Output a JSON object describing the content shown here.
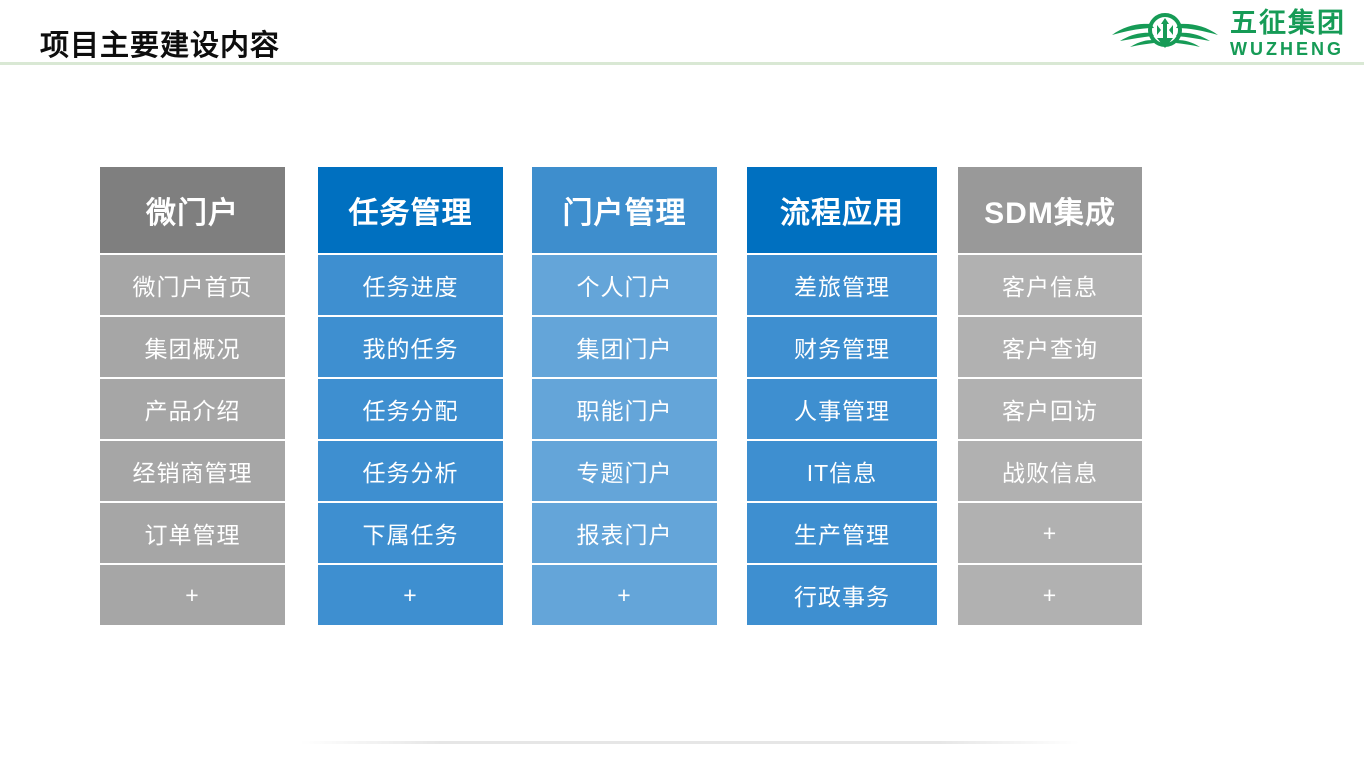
{
  "page": {
    "title": "项目主要建设内容"
  },
  "logo": {
    "name_cn": "五征集团",
    "name_en": "WUZHENG",
    "color": "#169b56"
  },
  "accent": {
    "title_underline_color": "#d9e8d4",
    "text_color": "#ffffff"
  },
  "columns": [
    {
      "header": "微门户",
      "header_color": "#7f7f7f",
      "cell_color": "#a6a6a6",
      "items": [
        "微门户首页",
        "集团概况",
        "产品介绍",
        "经销商管理",
        "订单管理",
        "+"
      ]
    },
    {
      "header": "任务管理",
      "header_color": "#0070c0",
      "cell_color": "#3e8fd0",
      "items": [
        "任务进度",
        "我的任务",
        "任务分配",
        "任务分析",
        "下属任务",
        "+"
      ]
    },
    {
      "header": "门户管理",
      "header_color": "#3e8ecd",
      "cell_color": "#64a5d9",
      "items": [
        "个人门户",
        "集团门户",
        "职能门户",
        "专题门户",
        "报表门户",
        "+"
      ]
    },
    {
      "header": "流程应用",
      "header_color": "#0070c0",
      "cell_color": "#3e8fd0",
      "items": [
        "差旅管理",
        "财务管理",
        "人事管理",
        "IT信息",
        "生产管理",
        "行政事务"
      ]
    },
    {
      "header": "SDM集成",
      "header_color": "#999999",
      "cell_color": "#b1b1b1",
      "items": [
        "客户信息",
        "客户查询",
        "客户回访",
        "战败信息",
        "+",
        "+"
      ]
    }
  ]
}
